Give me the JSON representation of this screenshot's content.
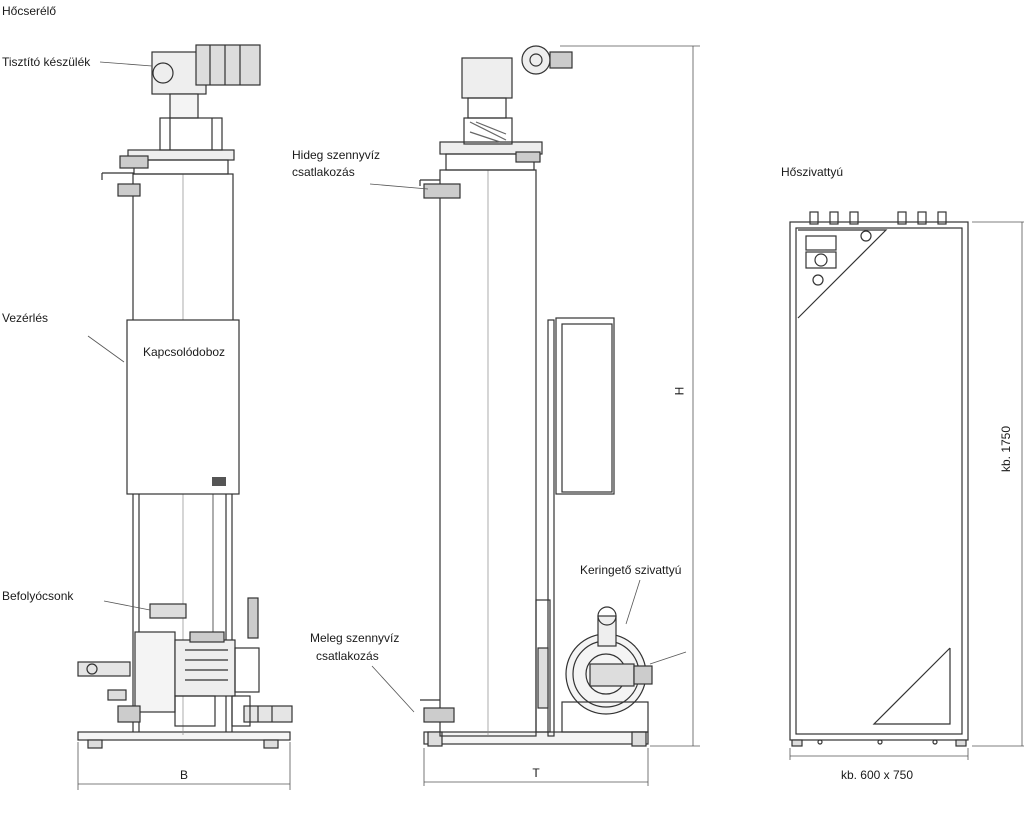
{
  "labels": {
    "title": "Hőcserélő",
    "cleaner": "Tisztító készülék",
    "control": "Vezérlés",
    "junction_box": "Kapcsolódoboz",
    "inlet": "Befolyócsonk",
    "cold_conn_1": "Hideg szennyvíz",
    "cold_conn_2": "csatlakozás",
    "hot_conn_1": "Meleg szennyvíz",
    "hot_conn_2": "csatlakozás",
    "circ_pump": "Keringető szivattyú",
    "heat_pump": "Hőszivattyú"
  },
  "dimensions": {
    "height": "H",
    "width": "B",
    "depth": "T",
    "hp_height": "kb. 1750",
    "hp_footprint": "kb. 600 x 750"
  },
  "colors": {
    "line": "#333333",
    "thin": "#666666",
    "fill": "#f4f4f4",
    "dark": "#555555"
  }
}
